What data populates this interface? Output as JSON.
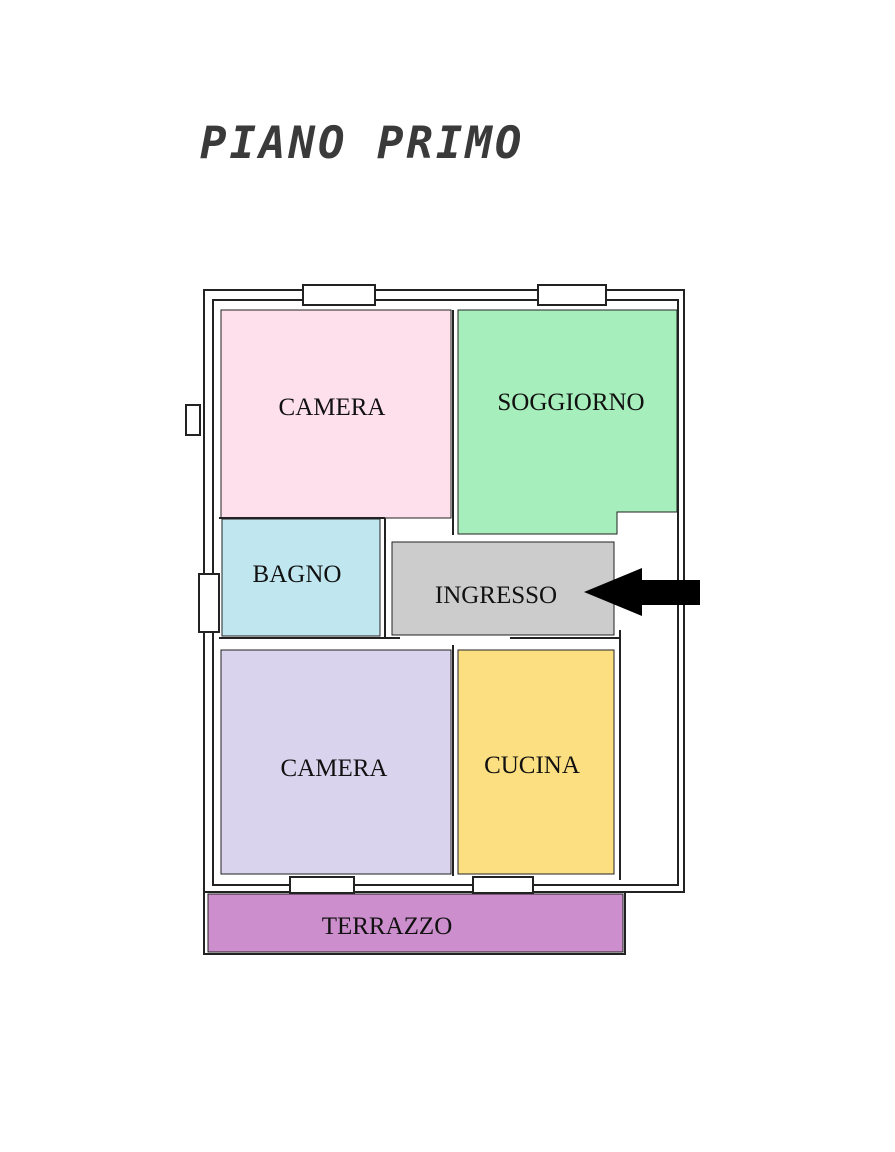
{
  "title": "PIANO PRIMO",
  "rooms": {
    "camera_top": {
      "label": "CAMERA",
      "color": "#fde0ec"
    },
    "soggiorno": {
      "label": "SOGGIORNO",
      "color": "#a6eebb"
    },
    "bagno": {
      "label": "BAGNO",
      "color": "#c0e7f0"
    },
    "ingresso": {
      "label": "INGRESSO",
      "color": "#cccccc"
    },
    "camera_bottom": {
      "label": "CAMERA",
      "color": "#dad3ee"
    },
    "cucina": {
      "label": "CUCINA",
      "color": "#fcdf80"
    },
    "terrazzo": {
      "label": "TERRAZZO",
      "color": "#cc8ecc"
    }
  },
  "entrance_arrow": {
    "icon": "entrance-arrow-icon",
    "color": "#000000"
  },
  "wall_color": "#222222"
}
